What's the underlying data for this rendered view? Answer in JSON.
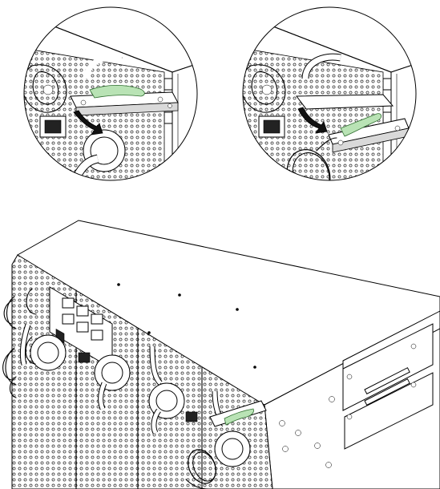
{
  "figure": {
    "panels": [
      {
        "id": "detail-left",
        "shape": "circle"
      },
      {
        "id": "detail-right",
        "shape": "circle"
      },
      {
        "id": "chassis-overview",
        "shape": "isometric"
      }
    ],
    "colors": {
      "line": "#000000",
      "background": "#ffffff",
      "retainer_highlight": "#b9e3b5",
      "arrow": "#111111"
    },
    "icons": [
      "curved-arrow-icon",
      "power-cord-icon",
      "cable-retainer-clip-icon"
    ]
  }
}
